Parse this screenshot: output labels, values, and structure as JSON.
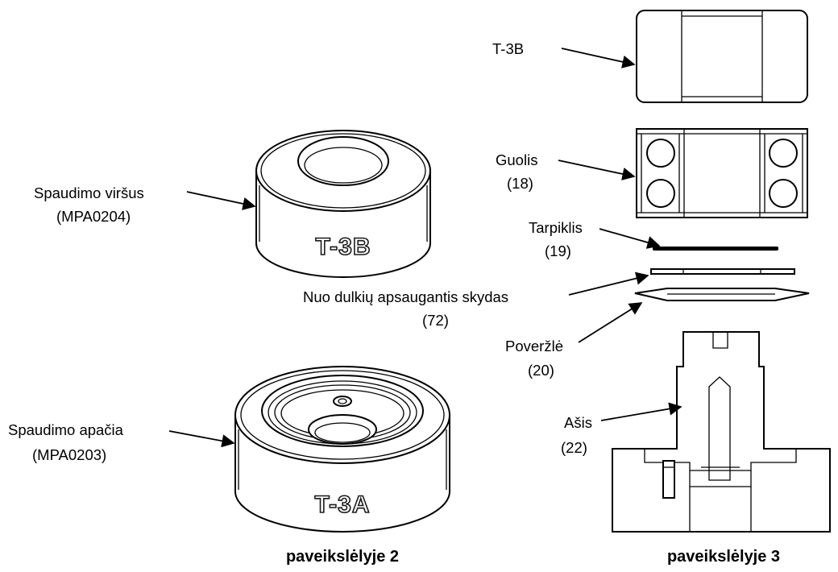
{
  "figure2": {
    "caption": "paveikslėlyje 2",
    "top_part": {
      "label_line1": "Spaudimo viršus",
      "label_line2": "(MPA0204)",
      "emboss": "T-3B"
    },
    "bottom_part": {
      "label_line1": "Spaudimo apačia",
      "label_line2": "(MPA0203)",
      "emboss": "T-3A"
    }
  },
  "figure3": {
    "caption": "paveikslėlyje 3",
    "callouts": {
      "t3b": {
        "line1": "T-3B"
      },
      "guolis": {
        "line1": "Guolis",
        "line2": "(18)"
      },
      "tarpiklis": {
        "line1": "Tarpiklis",
        "line2": "(19)"
      },
      "skydas": {
        "line1": "Nuo dulkių apsaugantis skydas",
        "line2": "(72)"
      },
      "poverzle": {
        "line1": "Poveržlė",
        "line2": "(20)"
      },
      "asis": {
        "line1": "Ašis",
        "line2": "(22)"
      }
    }
  }
}
